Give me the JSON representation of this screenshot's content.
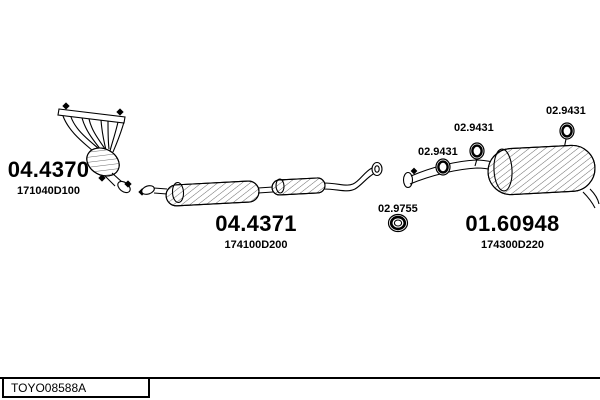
{
  "colors": {
    "ink": "#000000",
    "background": "#ffffff"
  },
  "parts": {
    "manifold": {
      "code": "04.4370",
      "ref": "171040D100"
    },
    "center": {
      "code": "04.4371",
      "ref": "174100D200"
    },
    "rear": {
      "code": "01.60948",
      "ref": "174300D220"
    }
  },
  "hangers": [
    {
      "code": "02.9431"
    },
    {
      "code": "02.9431"
    },
    {
      "code": "02.9431"
    }
  ],
  "gasket": {
    "code": "02.9755"
  },
  "footer": {
    "drawing_number": "TOYO08588A"
  }
}
